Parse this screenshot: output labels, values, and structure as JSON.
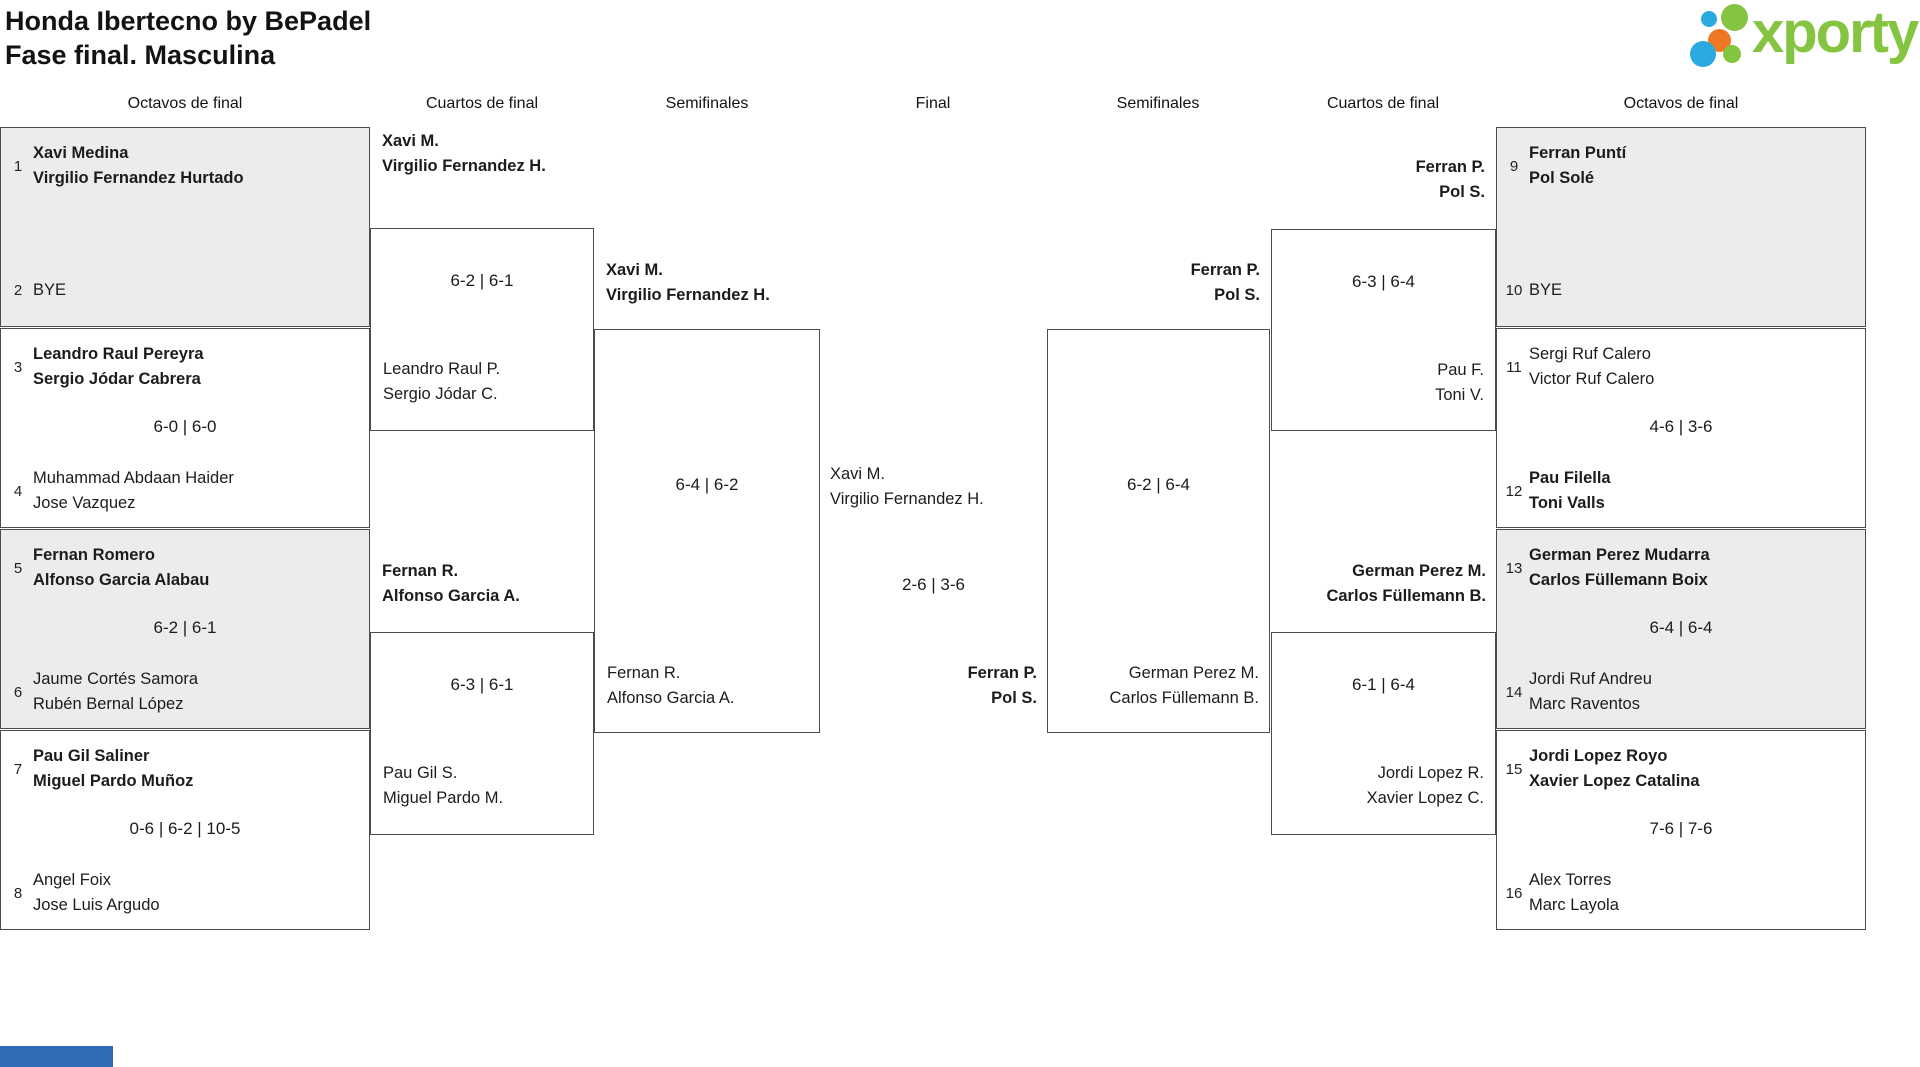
{
  "title": {
    "line1": "Honda Ibertecno by BePadel",
    "line2": "Fase final. Masculina"
  },
  "logo": {
    "text": "xporty",
    "green": "#85C441",
    "blue": "#29ABE2",
    "orange": "#EE7823"
  },
  "headers": [
    "Octavos de final",
    "Cuartos de final",
    "Semifinales",
    "Final",
    "Semifinales",
    "Cuartos de final",
    "Octavos de final"
  ],
  "bracket": {
    "r16_left": [
      {
        "seed_top": "1",
        "top": [
          "Xavi Medina",
          "Virgilio Fernandez Hurtado"
        ],
        "top_bold": true,
        "score": "",
        "seed_bot": "2",
        "bot": [
          "BYE"
        ],
        "bot_bold": false
      },
      {
        "seed_top": "3",
        "top": [
          "Leandro Raul Pereyra",
          "Sergio Jódar Cabrera"
        ],
        "top_bold": true,
        "score": "6-0 | 6-0",
        "seed_bot": "4",
        "bot": [
          "Muhammad Abdaan Haider",
          "Jose Vazquez"
        ],
        "bot_bold": false
      },
      {
        "seed_top": "5",
        "top": [
          "Fernan Romero",
          "Alfonso Garcia Alabau"
        ],
        "top_bold": true,
        "score": "6-2 | 6-1",
        "seed_bot": "6",
        "bot": [
          "Jaume Cortés Samora",
          "Rubén Bernal López"
        ],
        "bot_bold": false
      },
      {
        "seed_top": "7",
        "top": [
          "Pau Gil Saliner",
          "Miguel Pardo Muñoz"
        ],
        "top_bold": true,
        "score": "0-6 | 6-2 | 10-5",
        "seed_bot": "8",
        "bot": [
          "Angel Foix",
          "Jose Luis Argudo"
        ],
        "bot_bold": false
      }
    ],
    "r16_right": [
      {
        "seed_top": "9",
        "top": [
          "Ferran Puntí",
          "Pol Solé"
        ],
        "top_bold": true,
        "score": "",
        "seed_bot": "10",
        "bot": [
          "BYE"
        ],
        "bot_bold": false
      },
      {
        "seed_top": "11",
        "top": [
          "Sergi Ruf Calero",
          "Victor Ruf Calero"
        ],
        "top_bold": false,
        "score": "4-6 | 3-6",
        "seed_bot": "12",
        "bot": [
          "Pau Filella",
          "Toni Valls"
        ],
        "bot_bold": true
      },
      {
        "seed_top": "13",
        "top": [
          "German Perez Mudarra",
          "Carlos Füllemann Boix"
        ],
        "top_bold": true,
        "score": "6-4 | 6-4",
        "seed_bot": "14",
        "bot": [
          "Jordi Ruf Andreu",
          "Marc Raventos"
        ],
        "bot_bold": false
      },
      {
        "seed_top": "15",
        "top": [
          "Jordi Lopez Royo",
          "Xavier Lopez Catalina"
        ],
        "top_bold": true,
        "score": "7-6 | 7-6",
        "seed_bot": "16",
        "bot": [
          "Alex Torres",
          "Marc Layola"
        ],
        "bot_bold": false
      }
    ],
    "qf_left": [
      {
        "winner": [
          "Xavi M.",
          "Virgilio Fernandez H."
        ],
        "score": "6-2 | 6-1",
        "loser": [
          "Leandro Raul P.",
          "Sergio Jódar C."
        ]
      },
      {
        "winner": [
          "Fernan R.",
          "Alfonso Garcia A."
        ],
        "score": "6-3 | 6-1",
        "loser": [
          "Pau Gil S.",
          "Miguel Pardo M."
        ]
      }
    ],
    "qf_right": [
      {
        "winner": [
          "Ferran P.",
          "Pol S."
        ],
        "score": "6-3 | 6-4",
        "loser": [
          "Pau F.",
          "Toni V."
        ]
      },
      {
        "winner": [
          "German Perez M.",
          "Carlos Füllemann B."
        ],
        "score": "6-1 | 6-4",
        "loser": [
          "Jordi Lopez R.",
          "Xavier Lopez C."
        ]
      }
    ],
    "sf_left": {
      "winner": [
        "Xavi M.",
        "Virgilio Fernandez H."
      ],
      "score": "6-4 | 6-2",
      "loser": [
        "Fernan R.",
        "Alfonso Garcia A."
      ]
    },
    "sf_right": {
      "winner": [
        "Ferran P.",
        "Pol S."
      ],
      "score": "6-2 | 6-4",
      "loser": [
        "German Perez M.",
        "Carlos Füllemann B."
      ]
    },
    "final": {
      "left": [
        "Xavi M.",
        "Virgilio Fernandez H."
      ],
      "left_bold": false,
      "score": "2-6 | 3-6",
      "right": [
        "Ferran P.",
        "Pol S."
      ],
      "right_bold": true
    }
  }
}
